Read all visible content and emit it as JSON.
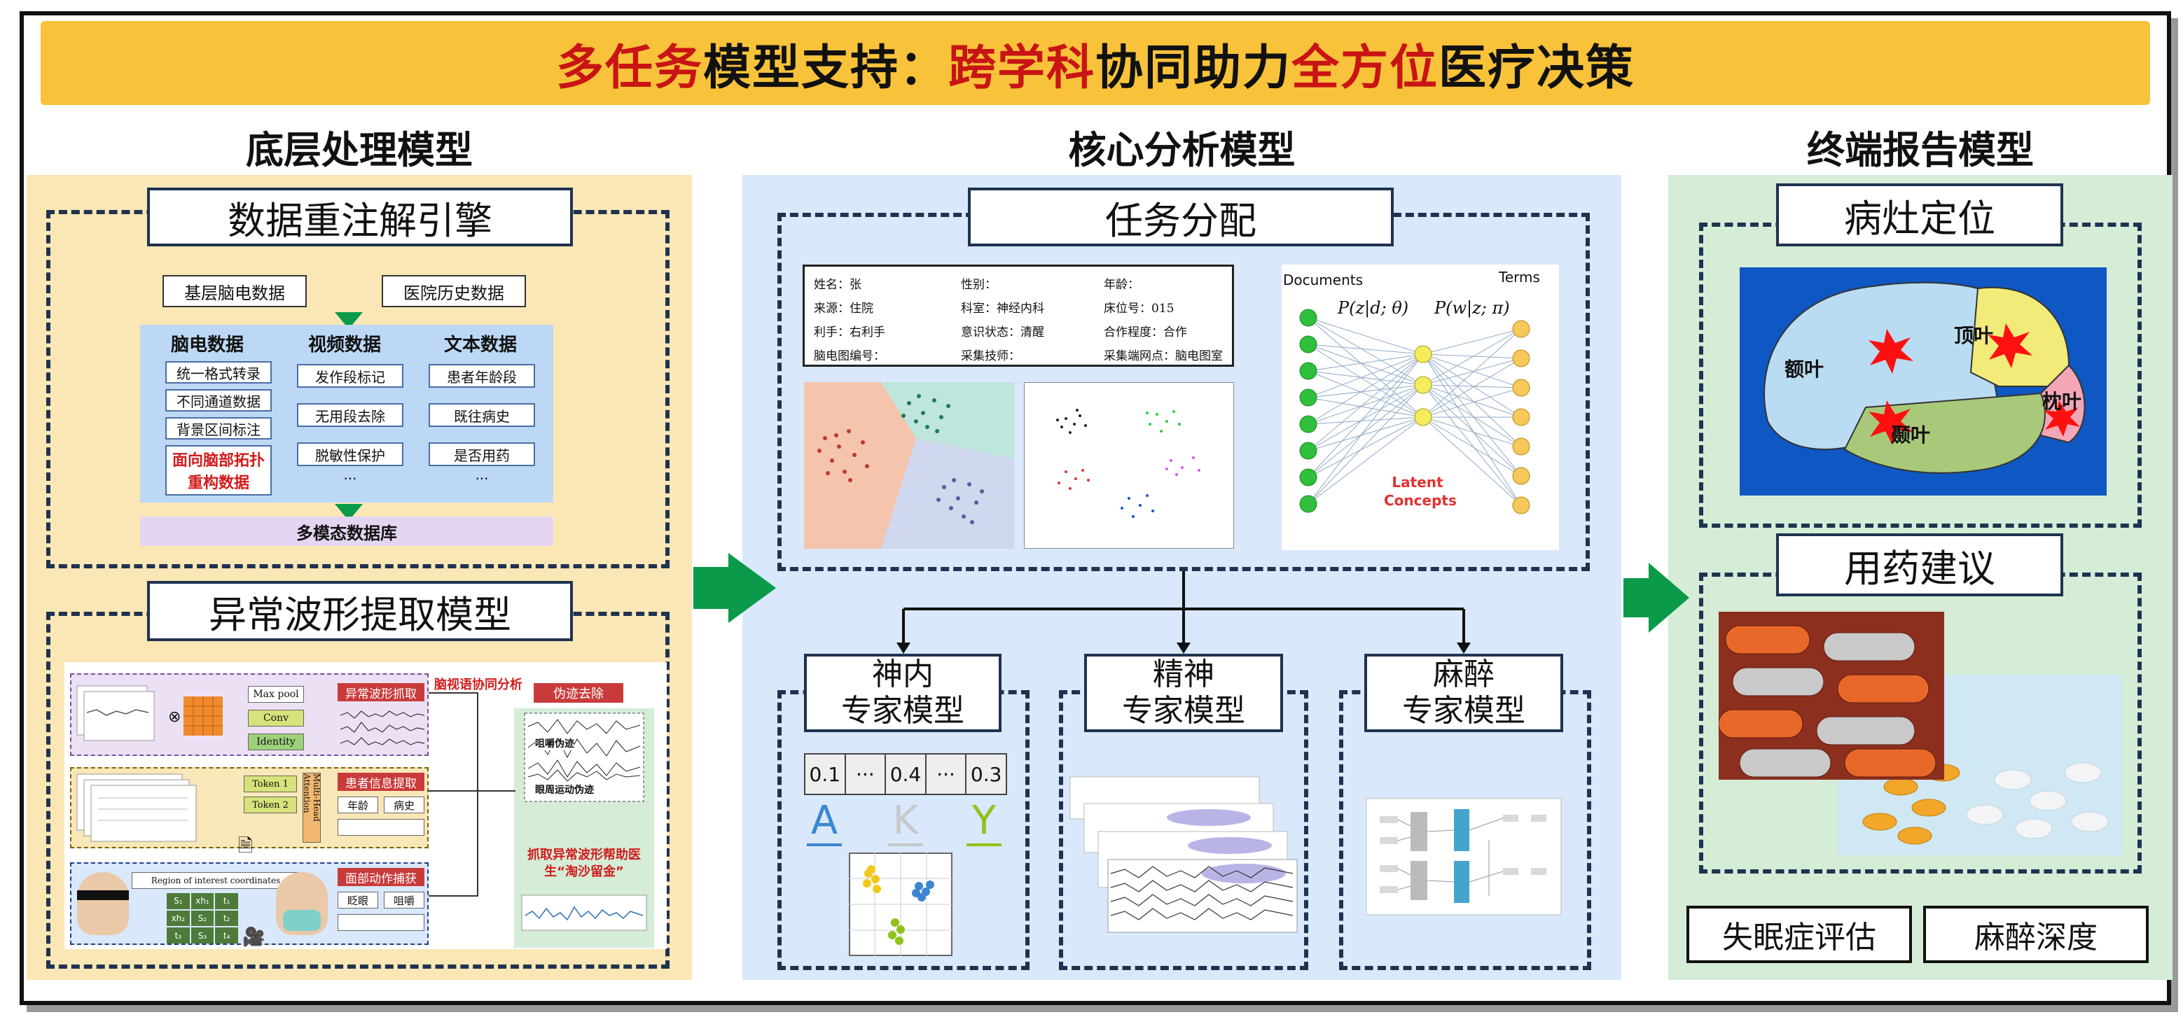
{
  "banner": {
    "part1": "多任务",
    "part2": "模型支持：",
    "part3": "跨学科",
    "part4": "协同助力",
    "part5": "全方位",
    "part6": "医疗决策"
  },
  "sections": {
    "left": "底层处理模型",
    "middle": "核心分析模型",
    "right": "终端报告模型"
  },
  "left": {
    "engine_title": "数据重注解引擎",
    "source_eeg": "基层脑电数据",
    "source_hospital": "医院历史数据",
    "columns": [
      {
        "head": "脑电数据",
        "items": [
          "统一格式转录",
          "不同通道数据",
          "背景区间标注"
        ],
        "highlight": "面向脑部拓扑重构数据"
      },
      {
        "head": "视频数据",
        "items": [
          "发作段标记",
          "无用段去除",
          "脱敏性保护",
          "···"
        ]
      },
      {
        "head": "文本数据",
        "items": [
          "患者年龄段",
          "既往病史",
          "是否用药",
          "···"
        ]
      }
    ],
    "database": "多模态数据库",
    "wave_title": "异常波形提取模型",
    "wave": {
      "maxpool": "Max pool",
      "conv": "Conv",
      "identity": "Identity",
      "abnormal": "异常波形抓取",
      "multimodal": "脑视语协同分析",
      "artifact": "伪迹去除",
      "token1": "Token 1",
      "token2": "Token 2",
      "attention": "Multi-Head Attention",
      "patient_info": "患者信息提取",
      "age": "年龄",
      "history": "病史",
      "roi": "Region of interest coordinates",
      "face": "面部动作捕获",
      "blink": "眨眼",
      "chew": "咀嚼",
      "chew_artifact": "咀嚼伪迹",
      "eye_artifact": "眼周运动伪迹",
      "extract_note": "抓取异常波形帮助医生“淘沙留金”",
      "grid": [
        "S₁",
        "xh₁",
        "t₁",
        "xh₂",
        "S₂",
        "t₂",
        "t₃",
        "S₃",
        "t₄"
      ]
    }
  },
  "middle": {
    "task_title": "任务分配",
    "form": [
      [
        "姓名：张",
        "性别：",
        "年龄："
      ],
      [
        "来源：住院",
        "科室：神经内科",
        "床位号：015"
      ],
      [
        "利手：右利手",
        "意识状态：清醒",
        "合作程度：合作"
      ],
      [
        "脑电图编号：",
        "采集技师：",
        "采集端网点：脑电图室"
      ]
    ],
    "plsa": {
      "documents": "Documents",
      "terms": "Terms",
      "formula1": "P(z|d; θ)",
      "formula2": "P(w|z; π)",
      "latent": "Latent Concepts"
    },
    "experts": [
      {
        "line1": "神内",
        "line2": "专家模型"
      },
      {
        "line1": "精神",
        "line2": "专家模型"
      },
      {
        "line1": "麻醉",
        "line2": "专家模型"
      }
    ],
    "probs": [
      "0.1",
      "···",
      "0.4",
      "···",
      "0.3"
    ],
    "letters": [
      "A",
      "K",
      "Y"
    ]
  },
  "right": {
    "lesion_title": "病灶定位",
    "brain_labels": [
      "额叶",
      "顶叶",
      "颞叶",
      "枕叶"
    ],
    "drug_title": "用药建议",
    "insomnia": "失眠症评估",
    "anesthesia": "麻醉深度"
  },
  "colors": {
    "banner": "#f8c23a",
    "accent_red": "#c81414",
    "arrow_green": "#0a9a4a",
    "panel_yellow": "#fbe7b5",
    "panel_blue": "#d9e8fb",
    "panel_green": "#d5ecd7"
  }
}
